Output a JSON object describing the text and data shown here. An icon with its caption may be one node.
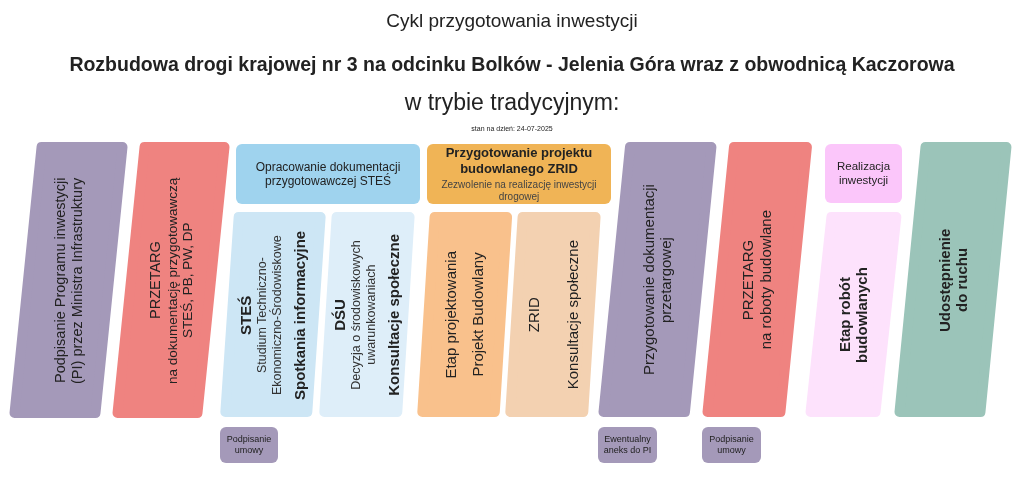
{
  "diagram": {
    "title": "Cykl przygotowania inwestycji",
    "nodes": [
      {
        "text": [
          "Podpisanie Programu inwestycji (PI) przez Ministra Infrastruktury"
        ]
      },
      {
        "text": [
          "PRZETARG",
          "na dokumentację przygotowawczą STEŚ, PB, PW, DP"
        ]
      },
      {
        "text": [
          "Opracowanie dokumentacji przygotowawczej STEŚ"
        ]
      },
      {
        "text": [
          "STEŚ",
          "Studium Techniczno-Ekonomiczno-Środowiskowe",
          "Spotkania informacyjne"
        ]
      },
      {
        "text": [
          "DŚU",
          "Decyzja o środowiskowych uwarunkowaniach",
          "Konsultacje społeczne"
        ]
      },
      {
        "text": [
          "Przygotowanie projektu budowlanego ZRID",
          "Zezwolenie na realizację inwestycji drogowej"
        ]
      },
      {
        "text": [
          "Etap projektowania",
          "Projekt Budowlany"
        ]
      },
      {
        "text": [
          "ZRID",
          "Konsultacje społeczne"
        ]
      },
      {
        "text": [
          "Przygotowanie dokumentacji przetargowej"
        ]
      },
      {
        "text": [
          "PRZETARG",
          "na roboty budowlane"
        ]
      },
      {
        "text": [
          "Realizacja inwestycji"
        ]
      },
      {
        "text": [
          "Etap robót budowlanych"
        ]
      },
      {
        "text": [
          "Udostępnienie do ruchu"
        ]
      },
      {
        "text": [
          "Podpisanie umowy"
        ]
      },
      {
        "text": [
          "Ewentualny aneks do PI"
        ]
      },
      {
        "text": [
          "Podpisanie umowy"
        ]
      }
    ],
    "labels": [
      "Rozbudowa drogi krajowej nr 3 na odcinku Bolków - Jelenia Góra wraz z obwodnicą Kaczorowa",
      "w trybie tradycyjnym:",
      "stan na dzień: 24-07-2025"
    ]
  }
}
